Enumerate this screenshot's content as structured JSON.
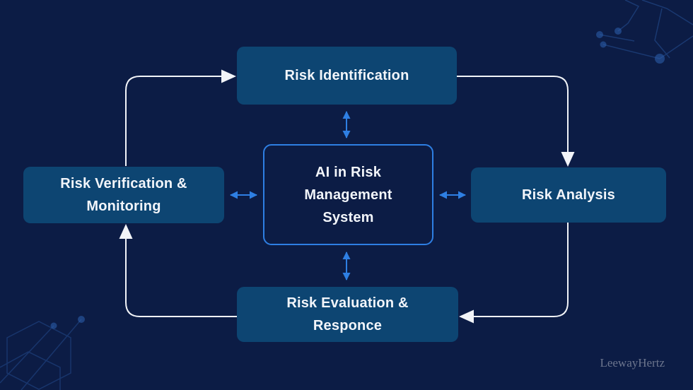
{
  "nodes": {
    "top": {
      "label": "Risk Identification"
    },
    "right": {
      "label": "Risk Analysis"
    },
    "bottom": {
      "label": "Risk Evaluation &\nResponce"
    },
    "left": {
      "label": "Risk Verification &\nMonitoring"
    },
    "center": {
      "label": "AI in Risk\nManagement\nSystem"
    }
  },
  "watermark": "LeewayHertz",
  "colors": {
    "background": "#0C1C45",
    "node_fill": "#0D4572",
    "accent_blue": "#2E7FE3",
    "flow_white": "#F2F4F8",
    "decor_line": "#2B5CA8"
  }
}
